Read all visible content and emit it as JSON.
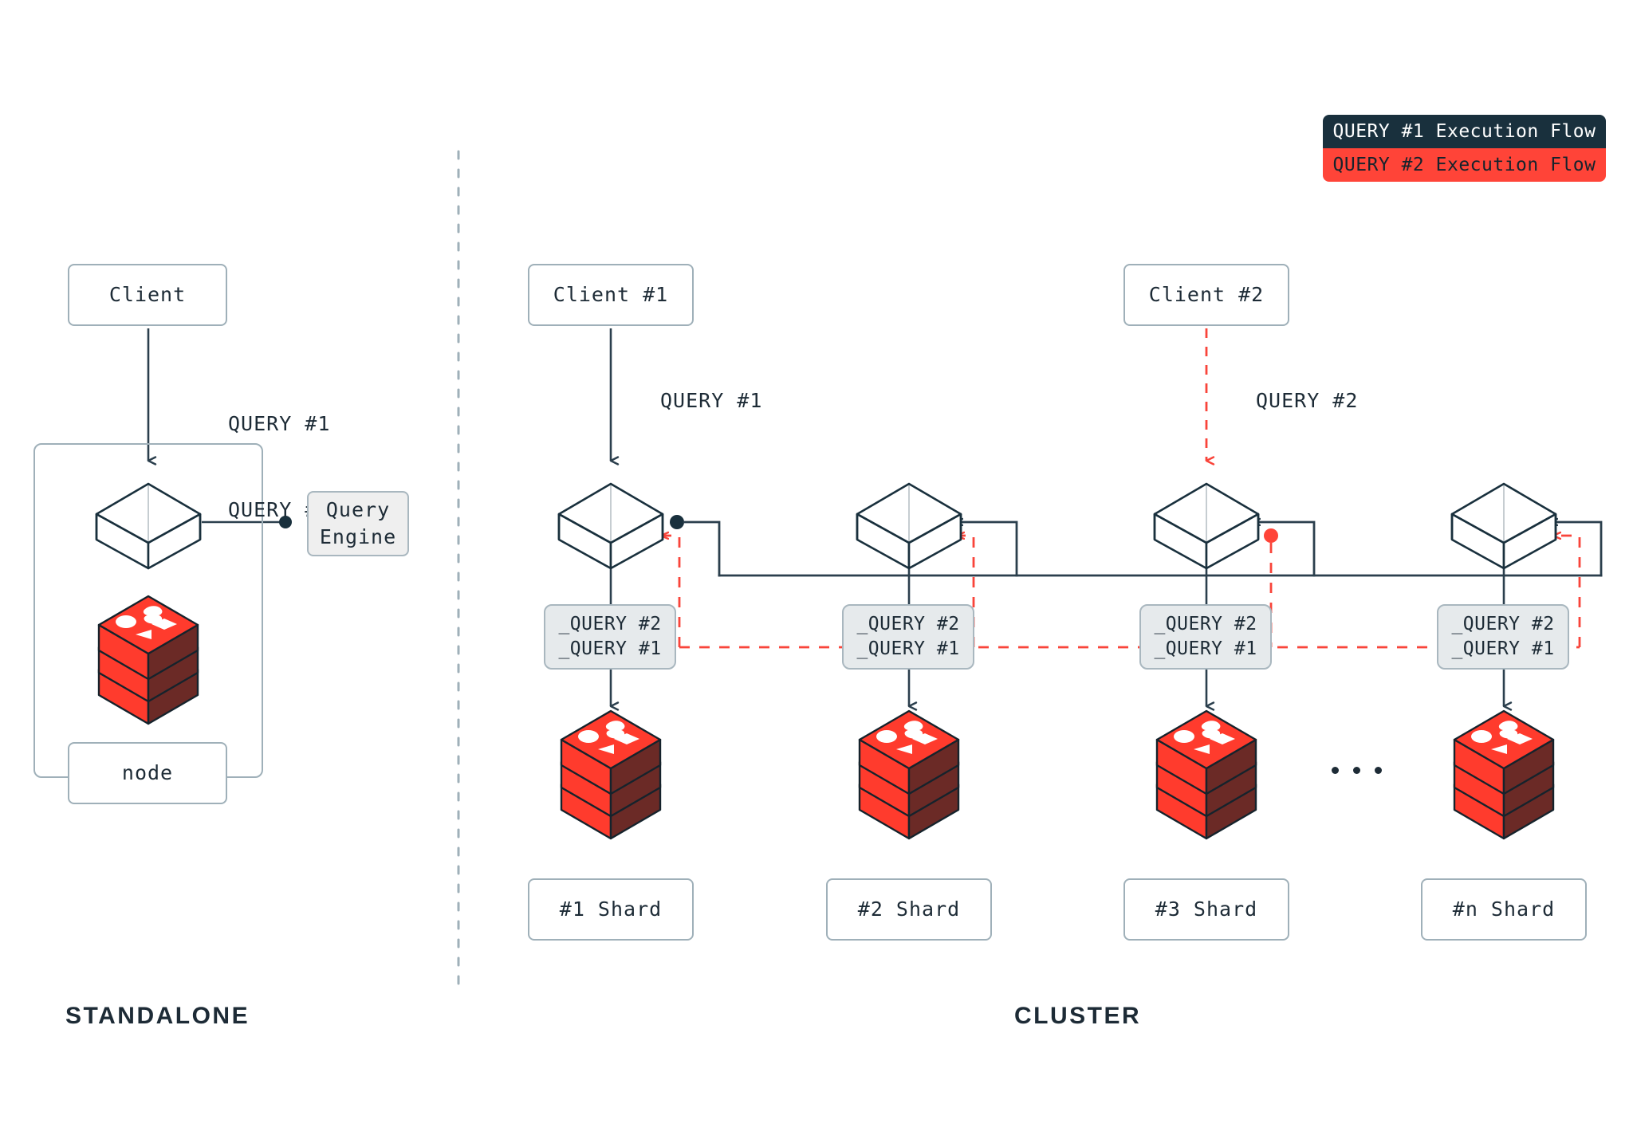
{
  "legend": {
    "rows": [
      {
        "label": "QUERY #1 Execution Flow",
        "color": "#19303d",
        "text_color": "#ffffff"
      },
      {
        "label": "QUERY #2 Execution Flow",
        "color": "#ff4438",
        "text_color": "#15232c"
      }
    ]
  },
  "sections": {
    "standalone_caption": "STANDALONE",
    "cluster_caption": "CLUSTER"
  },
  "standalone": {
    "client_box": "Client",
    "query_labels": {
      "line1": "QUERY #1",
      "line2": "QUERY #2"
    },
    "query_engine": {
      "line1": "Query",
      "line2": "Engine"
    },
    "node_box": "node"
  },
  "cluster": {
    "clients": [
      {
        "label": "Client #1",
        "flow": "QUERY #1"
      },
      {
        "label": "Client #2",
        "flow": "QUERY #2"
      }
    ],
    "query_label_lines": {
      "line1": "_QUERY #2",
      "line2": "_QUERY #1"
    },
    "nodes": [
      {
        "query_label_1": "_QUERY #2",
        "query_label_2": "_QUERY #1",
        "shard": "#1 Shard"
      },
      {
        "query_label_1": "_QUERY #2",
        "query_label_2": "_QUERY #1",
        "shard": "#2 Shard"
      },
      {
        "query_label_1": "_QUERY #2",
        "query_label_2": "_QUERY #1",
        "shard": "#3 Shard"
      },
      {
        "query_label_1": "_QUERY #2",
        "query_label_2": "_QUERY #1",
        "shard": "#n Shard"
      }
    ],
    "ellipsis": "..."
  },
  "colors": {
    "ink": "#1d2b36",
    "line": "#2b3f4d",
    "border_gray": "#9fb0b9",
    "flow_red": "#f9443a",
    "redis_light": "#ff3b2d",
    "redis_dark": "#6b2a26",
    "panel_gray": "#e6eaec"
  }
}
